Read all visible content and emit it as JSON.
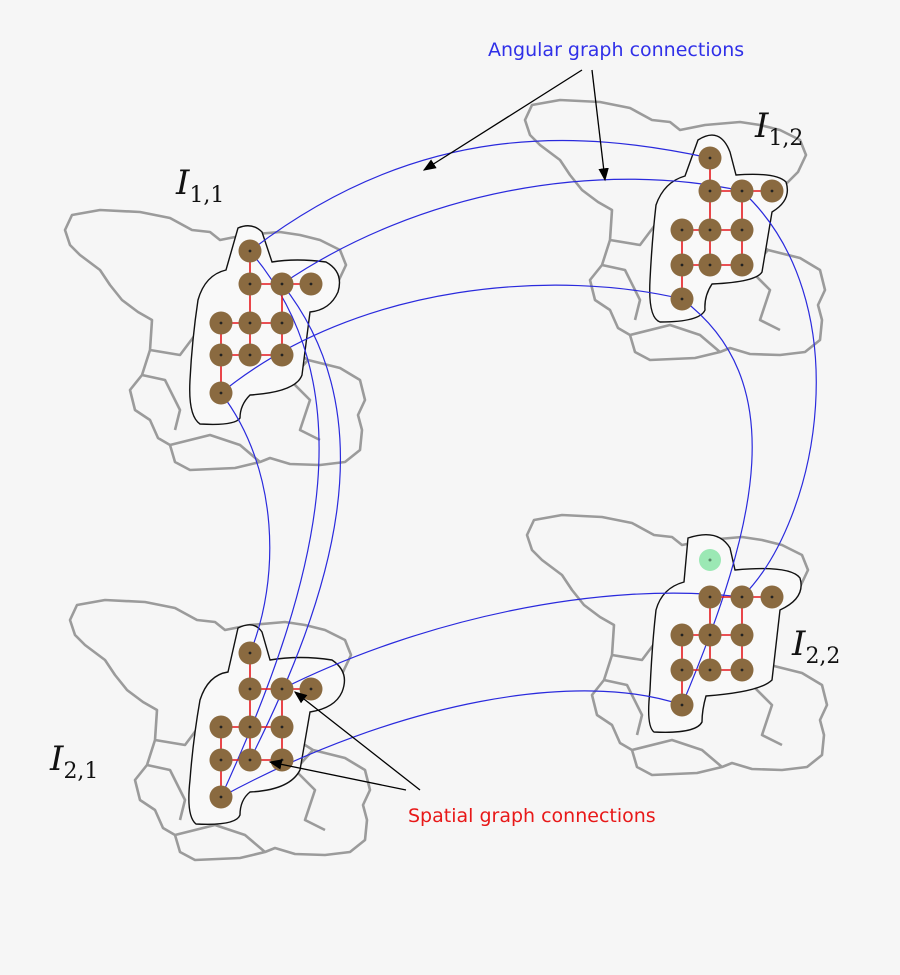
{
  "legend": {
    "angular": "Angular graph connections",
    "spatial": "Spatial graph connections"
  },
  "views": [
    {
      "id": "i11",
      "main": "I",
      "sub": "1,1"
    },
    {
      "id": "i12",
      "main": "I",
      "sub": "1,2"
    },
    {
      "id": "i21",
      "main": "I",
      "sub": "2,1"
    },
    {
      "id": "i22",
      "main": "I",
      "sub": "2,2"
    }
  ],
  "colors": {
    "angular": "#2a2add",
    "spatial": "#e5191e",
    "node": "#8a6a40",
    "highlight": "#9be8b4"
  }
}
